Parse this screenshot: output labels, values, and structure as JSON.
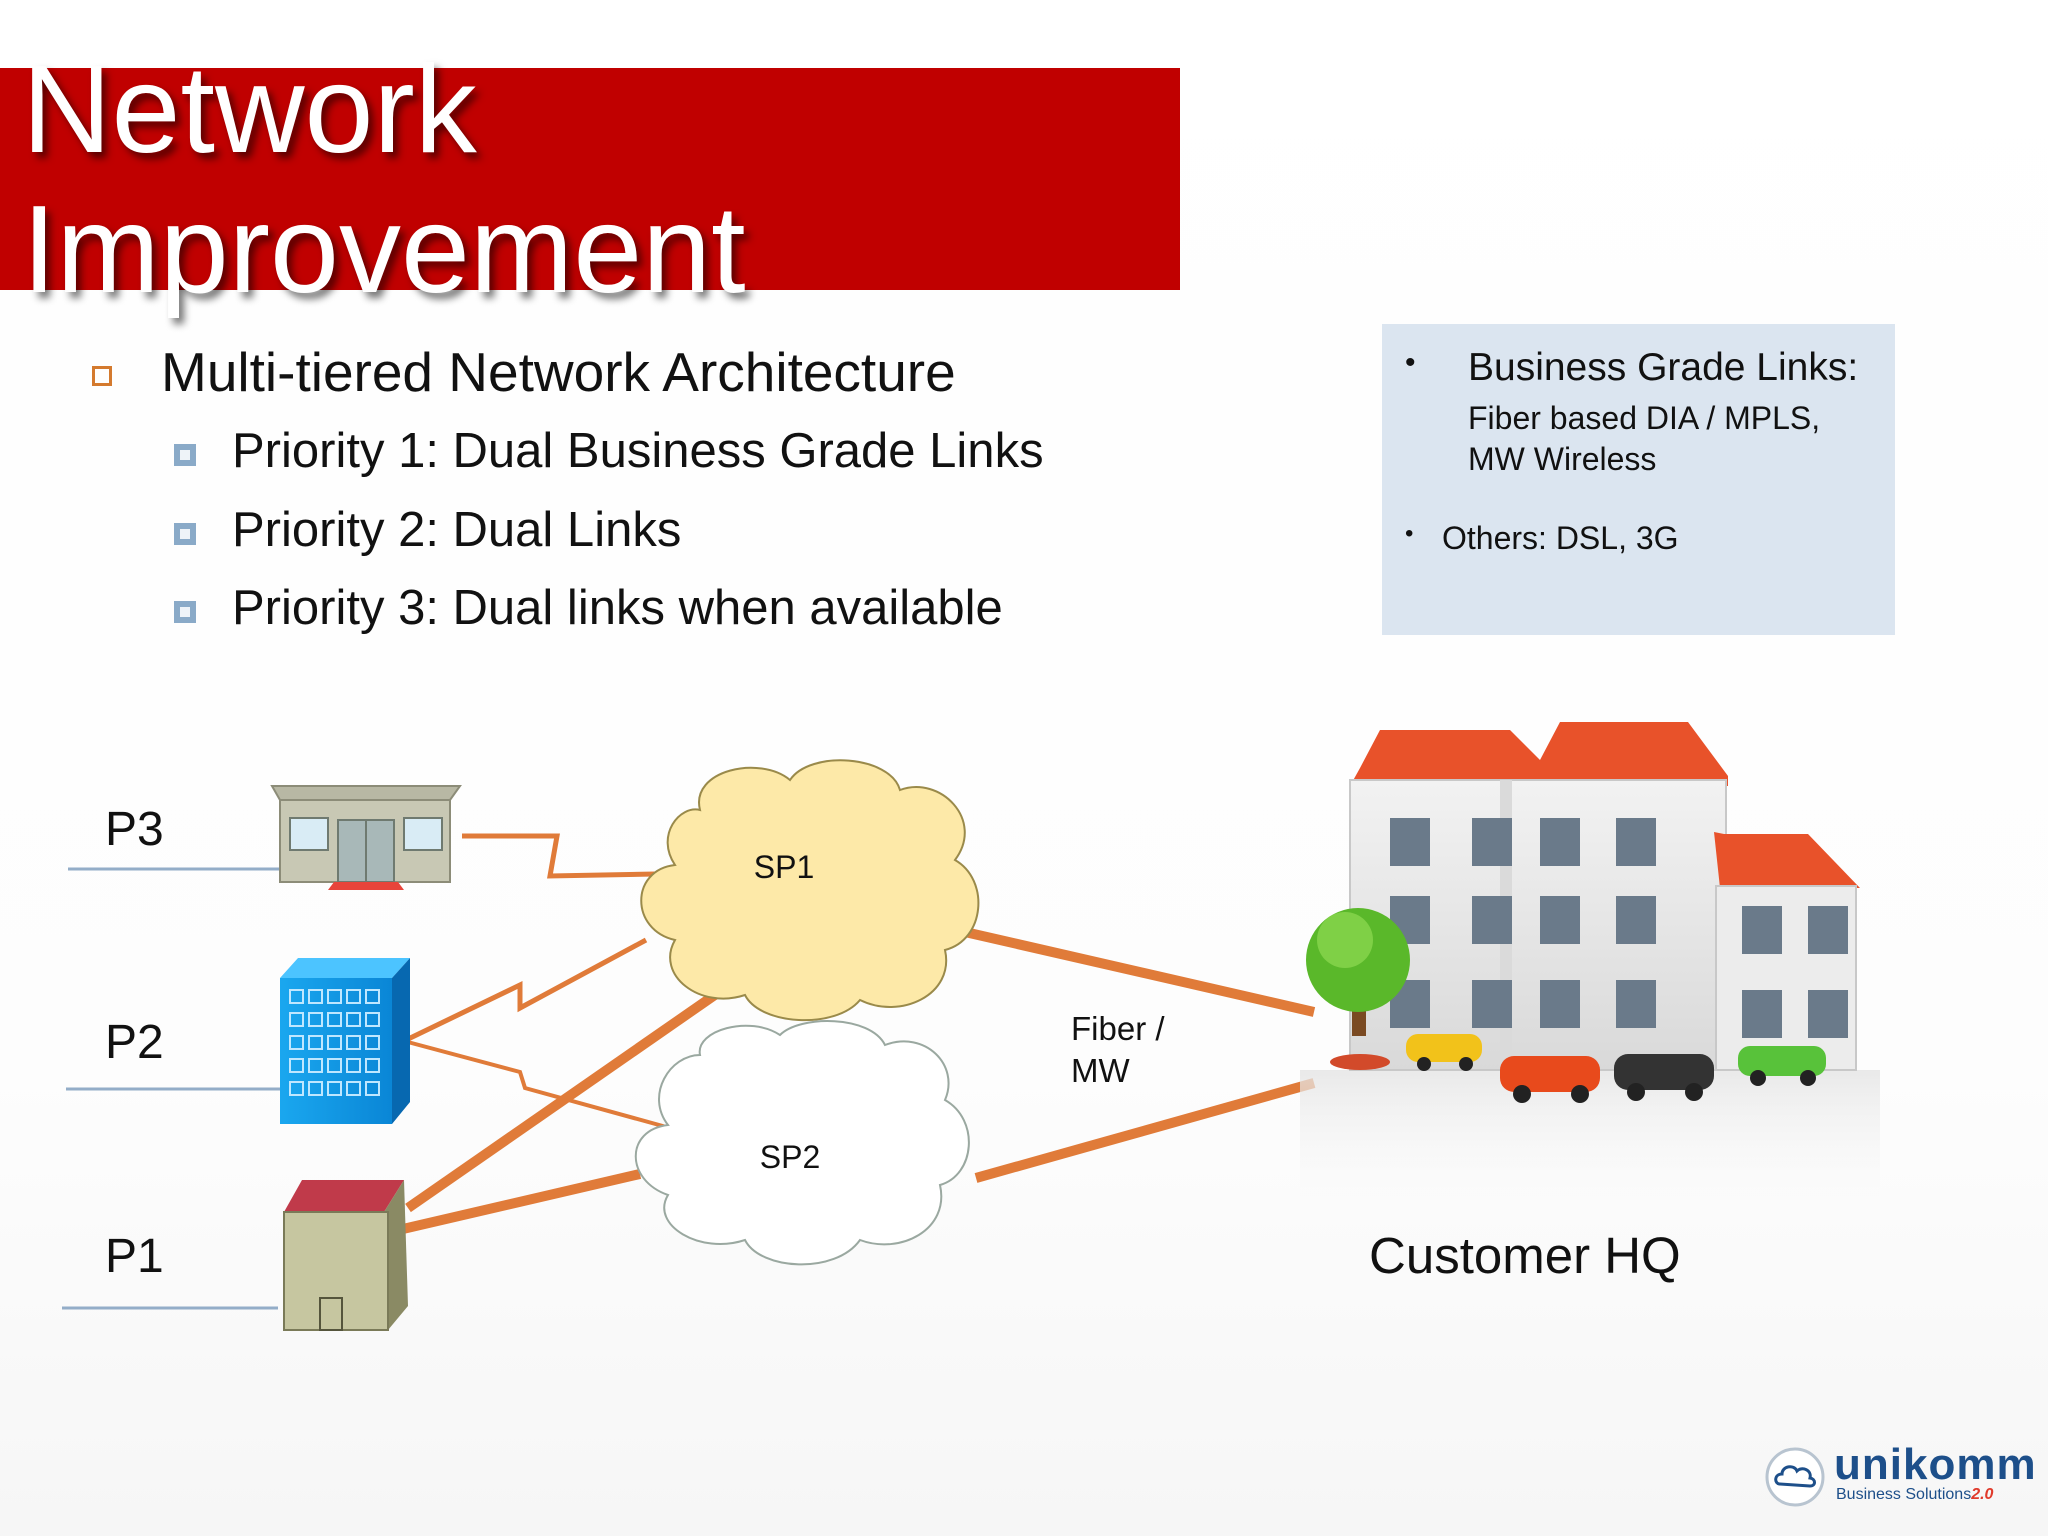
{
  "title": {
    "line1": "Network",
    "line2": "Improvement"
  },
  "main_bullet": "Multi-tiered Network Architecture",
  "sub_bullets": [
    "Priority 1: Dual Business Grade Links",
    "Priority 2: Dual Links",
    "Priority 3: Dual links when available"
  ],
  "info_box": {
    "item1_heading": "Business Grade Links:",
    "item1_line1": "Fiber based DIA / MPLS,",
    "item1_line2": "MW Wireless",
    "item2": "Others: DSL, 3G"
  },
  "diagram": {
    "sites": [
      "P3",
      "P2",
      "P1"
    ],
    "clouds": [
      "SP1",
      "SP2"
    ],
    "link_label_line1": "Fiber /",
    "link_label_line2": "MW",
    "hq_label": "Customer HQ"
  },
  "logo": {
    "brand": "unikomm",
    "tagline": "Business Solutions",
    "version": "2.0"
  },
  "colors": {
    "title_bar": "#c00000",
    "link_orange": "#e07b39",
    "cloud_sp1": "#fde9a8",
    "info_box": "#dbe5f0",
    "bullet_blue": "#8aaac8"
  }
}
